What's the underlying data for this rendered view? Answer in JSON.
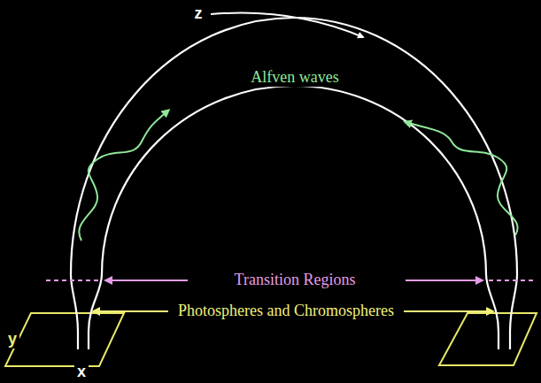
{
  "diagram": {
    "labels": [
      "z",
      "Alfven waves",
      "Transition Regions",
      "Photospheres and Chromospheres",
      "y",
      "x"
    ]
  }
}
